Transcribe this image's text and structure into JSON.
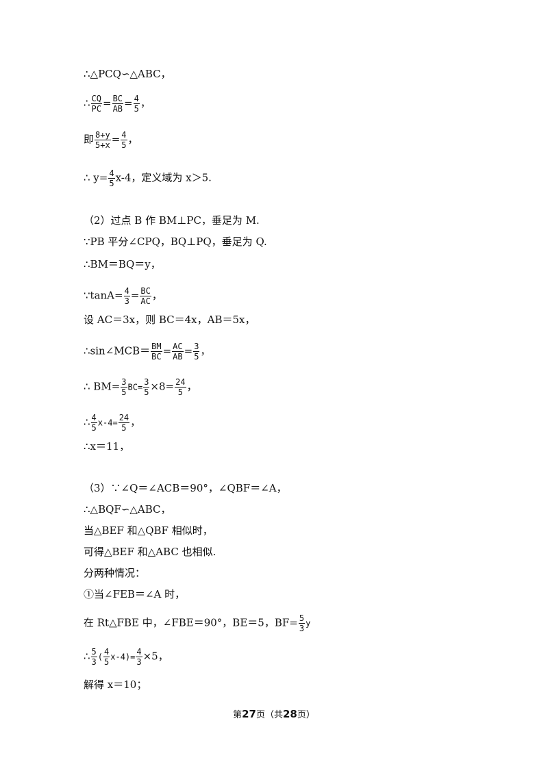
{
  "lines": {
    "l1": "∴△PCQ∽△ABC，",
    "l2_pre": "∴",
    "l2_f1n": "CQ",
    "l2_f1d": "PC",
    "l2_f2n": "BC",
    "l2_f2d": "AB",
    "l2_f3n": "4",
    "l2_f3d": "5",
    "l2_post": "，",
    "l3_pre": "即",
    "l3_f1n": "8+y",
    "l3_f1d": "5+x",
    "l3_f2n": "4",
    "l3_f2d": "5",
    "l3_post": "，",
    "l4_pre": "∴ y=",
    "l4_fn": "4",
    "l4_fd": "5",
    "l4_post": "x-4，定义域为 x＞5.",
    "l5": "（2）过点 B 作 BM⊥PC，垂足为 M.",
    "l6": "∵PB 平分∠CPQ，BQ⊥PQ，垂足为 Q.",
    "l7": "∴BM＝BQ＝y，",
    "l8_pre": "∵tanA=",
    "l8_f1n": "4",
    "l8_f1d": "3",
    "l8_f2n": "BC",
    "l8_f2d": "AC",
    "l8_post": "，",
    "l9": "设 AC＝3x，则 BC＝4x，AB＝5x，",
    "l10_pre": "∴sin∠MCB＝",
    "l10_f1n": "BM",
    "l10_f1d": "BC",
    "l10_f2n": "AC",
    "l10_f2d": "AB",
    "l10_f3n": "3",
    "l10_f3d": "5",
    "l10_post": "，",
    "l11_pre": "∴ BM=",
    "l11_f1n": "3",
    "l11_f1d": "5",
    "l11_mid": "BC=",
    "l11_f2n": "3",
    "l11_f2d": "5",
    "l11_mid2": "×8=",
    "l11_f3n": "24",
    "l11_f3d": "5",
    "l11_post": "，",
    "l12_pre": "∴",
    "l12_f1n": "4",
    "l12_f1d": "5",
    "l12_mid": "x-4=",
    "l12_f2n": "24",
    "l12_f2d": "5",
    "l12_post": "，",
    "l13": "∴x＝11，",
    "l14": "（3）∵∠Q＝∠ACB＝90°，∠QBF＝∠A，",
    "l15": "∴△BQF∽△ABC，",
    "l16": "当△BEF 和△QBF 相似时，",
    "l17": "可得△BEF 和△ABC 也相似.",
    "l18": "分两种情况：",
    "l19": "①当∠FEB＝∠A 时，",
    "l20_pre": "在 Rt△FBE 中，∠FBE＝90°，BE＝5，BF=",
    "l20_fn": "5",
    "l20_fd": "3",
    "l20_post": "y",
    "l21_pre": "∴",
    "l21_f1n": "5",
    "l21_f1d": "3",
    "l21_mid": "(",
    "l21_f2n": "4",
    "l21_f2d": "5",
    "l21_mid2": "x-4)=",
    "l21_f3n": "4",
    "l21_f3d": "3",
    "l21_post": "×5，",
    "l22": "解得 x＝10；"
  },
  "footer": {
    "pre": "第",
    "page": "27",
    "mid": "页（共",
    "total": "28",
    "post": "页）"
  }
}
